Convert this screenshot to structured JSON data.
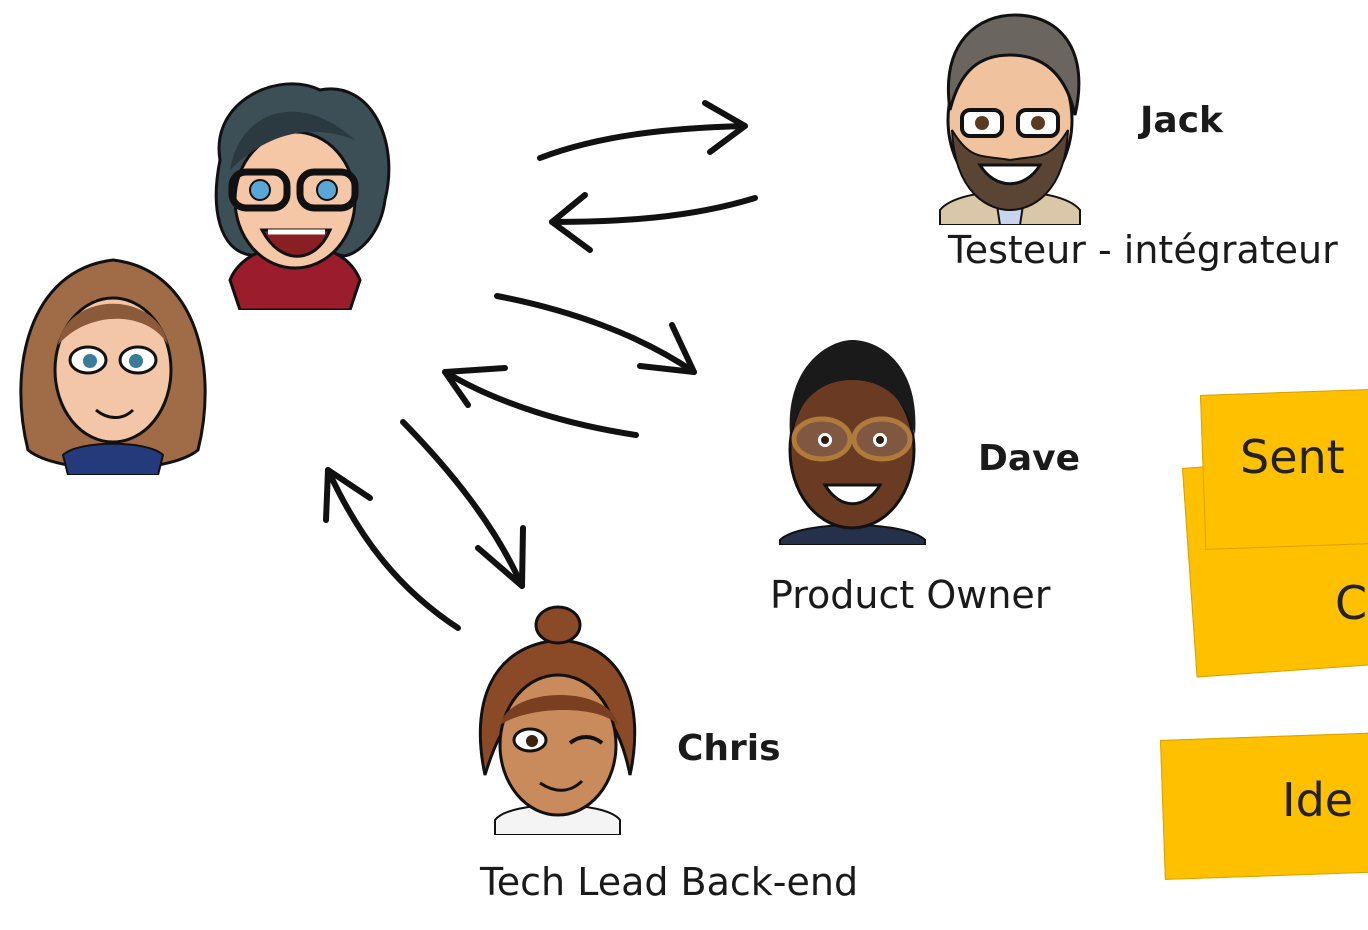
{
  "people": {
    "jack": {
      "name": "Jack",
      "role": "Testeur - intégrateur"
    },
    "dave": {
      "name": "Dave",
      "role": "Product Owner"
    },
    "chris": {
      "name": "Chris",
      "role": "Tech Lead Back-end"
    }
  },
  "notes": {
    "top_text": "Sent",
    "middle_text": "C",
    "bottom_text": "Ide"
  },
  "colors": {
    "note_fill": "#FFC000",
    "ink": "#1a1a1a"
  }
}
